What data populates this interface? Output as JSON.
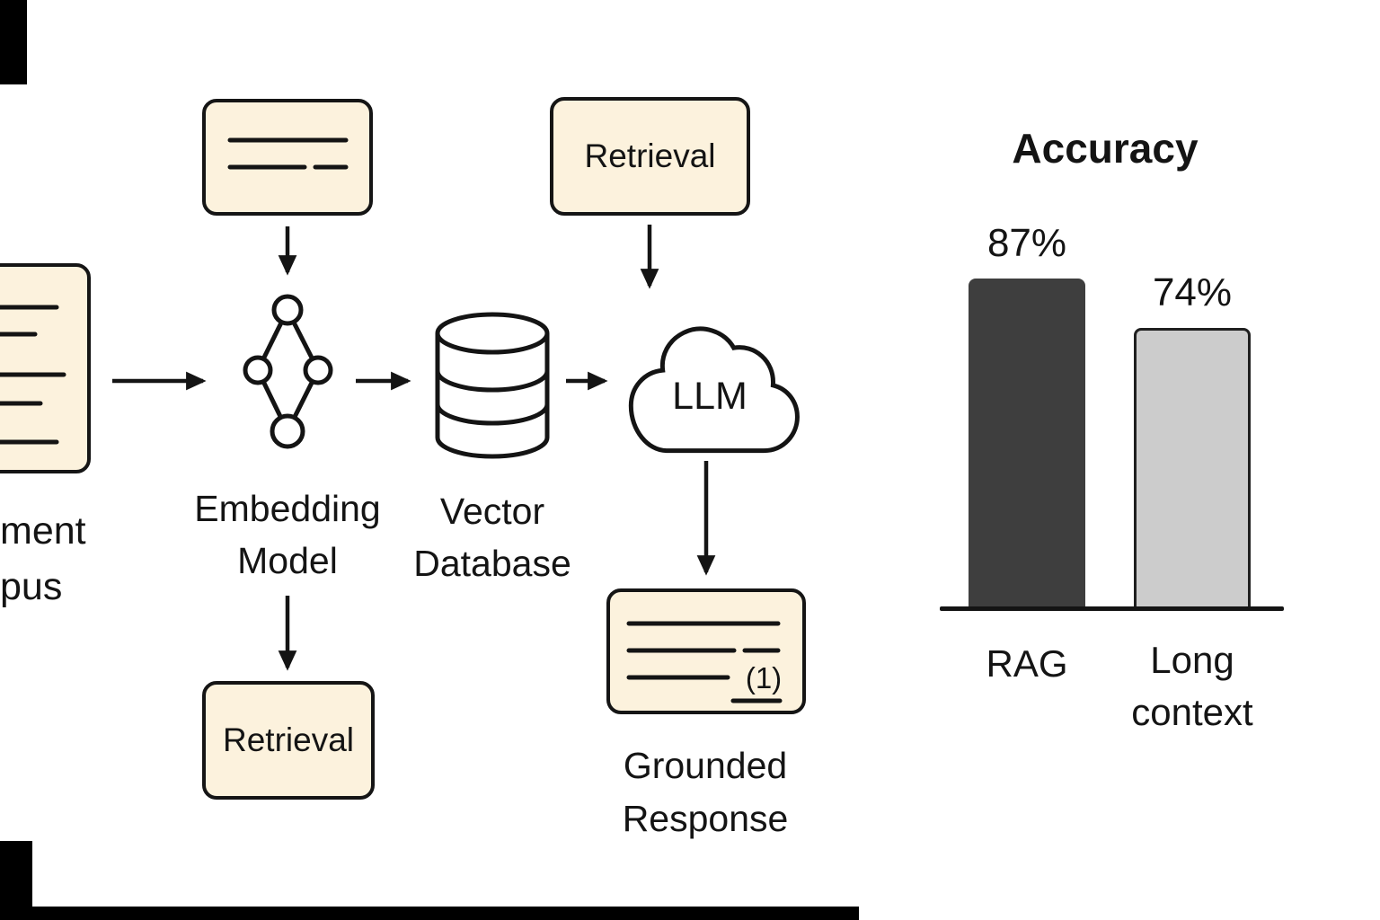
{
  "diagram": {
    "corpus": {
      "visible_label_lines": [
        "ment",
        "pus"
      ]
    },
    "embedding_model": {
      "label_lines": [
        "Embedding",
        "Model"
      ]
    },
    "vector_database": {
      "label_lines": [
        "Vector",
        "Database"
      ]
    },
    "llm": {
      "label": "LLM"
    },
    "retrieval_top": {
      "label": "Retrieval"
    },
    "retrieval_bottom": {
      "label": "Retrieval"
    },
    "grounded_response": {
      "label_lines": [
        "Grounded",
        "Response"
      ],
      "citation_marker": "(1)"
    }
  },
  "chart_data": {
    "type": "bar",
    "title": "Accuracy",
    "categories": [
      "RAG",
      "Long context"
    ],
    "category_label_lines": [
      [
        "RAG"
      ],
      [
        "Long",
        "context"
      ]
    ],
    "values": [
      87,
      74
    ],
    "value_labels": [
      "87%",
      "74%"
    ],
    "unit": "%",
    "ylim": [
      0,
      100
    ],
    "bar_colors": [
      "#3e3e3e",
      "#cccccc"
    ],
    "grid": false,
    "legend": "none"
  },
  "colors": {
    "box_fill": "#fcf2dd",
    "stroke": "#151515",
    "background": "#ffffff"
  }
}
